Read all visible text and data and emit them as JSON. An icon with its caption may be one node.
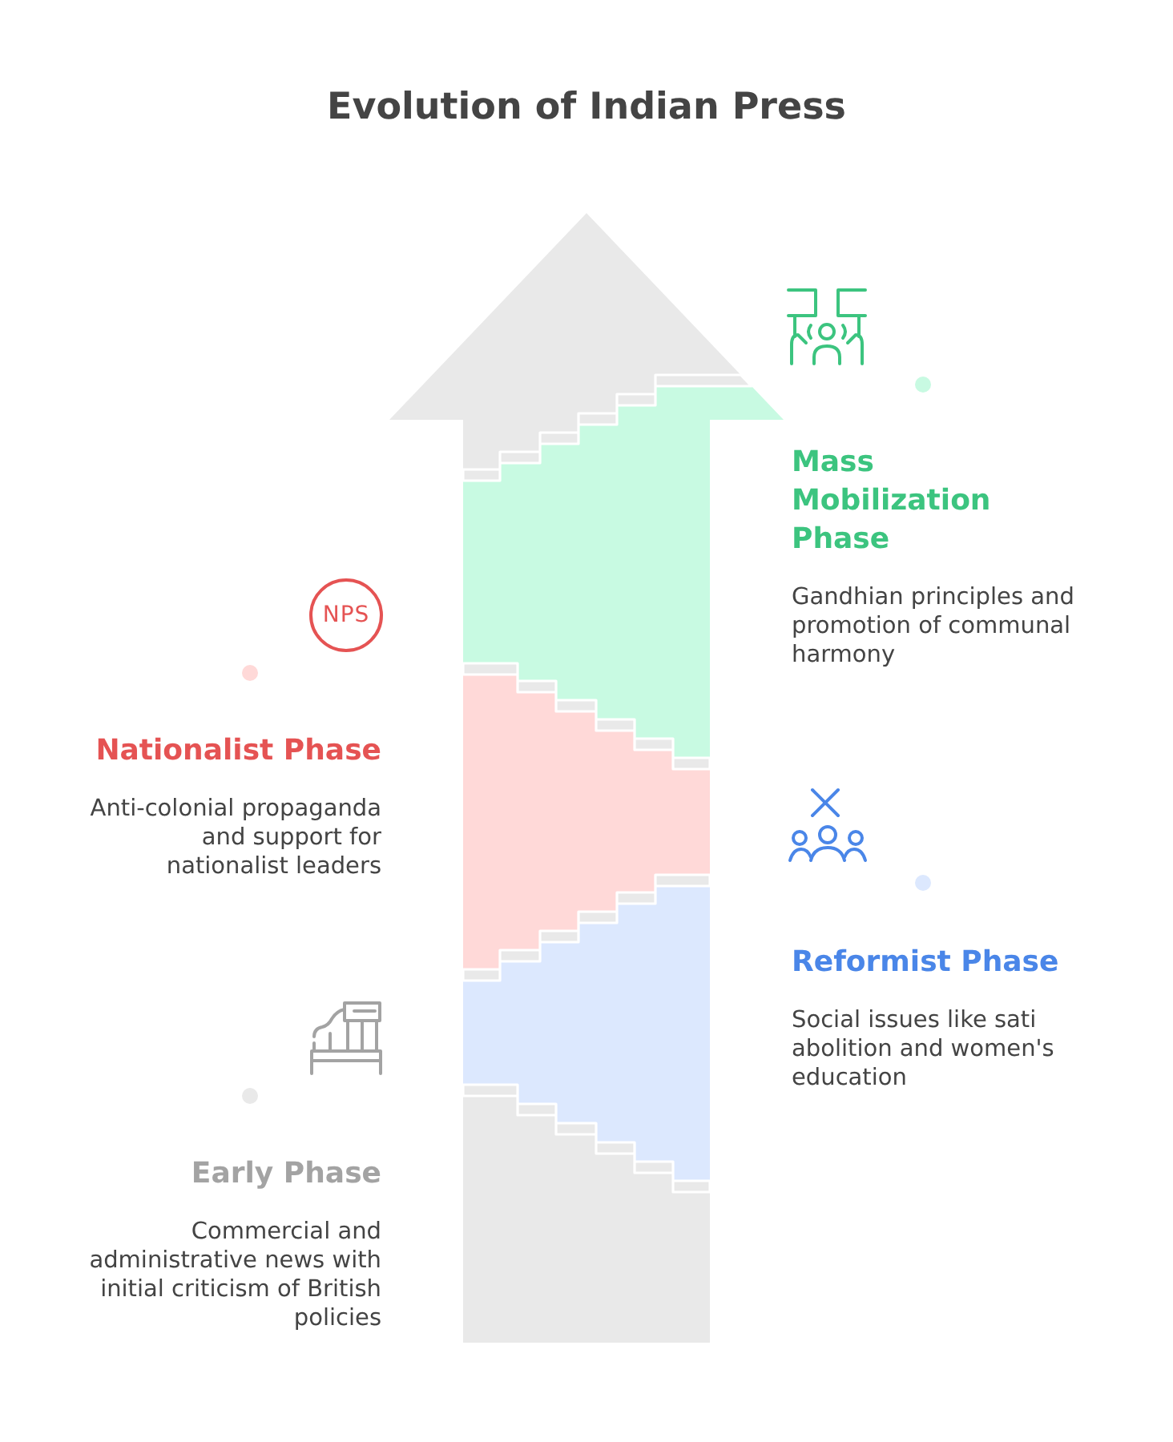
{
  "diagram": {
    "title": "Evolution of Indian Press",
    "nodes": [
      {
        "text": [],
        "shape": "band",
        "beside": [
          "Mass Mobilization Phase",
          "Gandhian principles and promotion of communal harmony"
        ]
      },
      {
        "text": [],
        "shape": "band",
        "beside": [
          "Nationalist Phase",
          "Anti-colonial propaganda and support for nationalist leaders"
        ]
      },
      {
        "text": [],
        "shape": "band",
        "beside": [
          "Reformist Phase",
          "Social issues like sati abolition and women's education"
        ]
      },
      {
        "text": [],
        "shape": "band",
        "beside": [
          "Early Phase",
          "Commercial and administrative news with initial criticism of British policies"
        ]
      }
    ],
    "labels": [
      "NPS"
    ]
  }
}
